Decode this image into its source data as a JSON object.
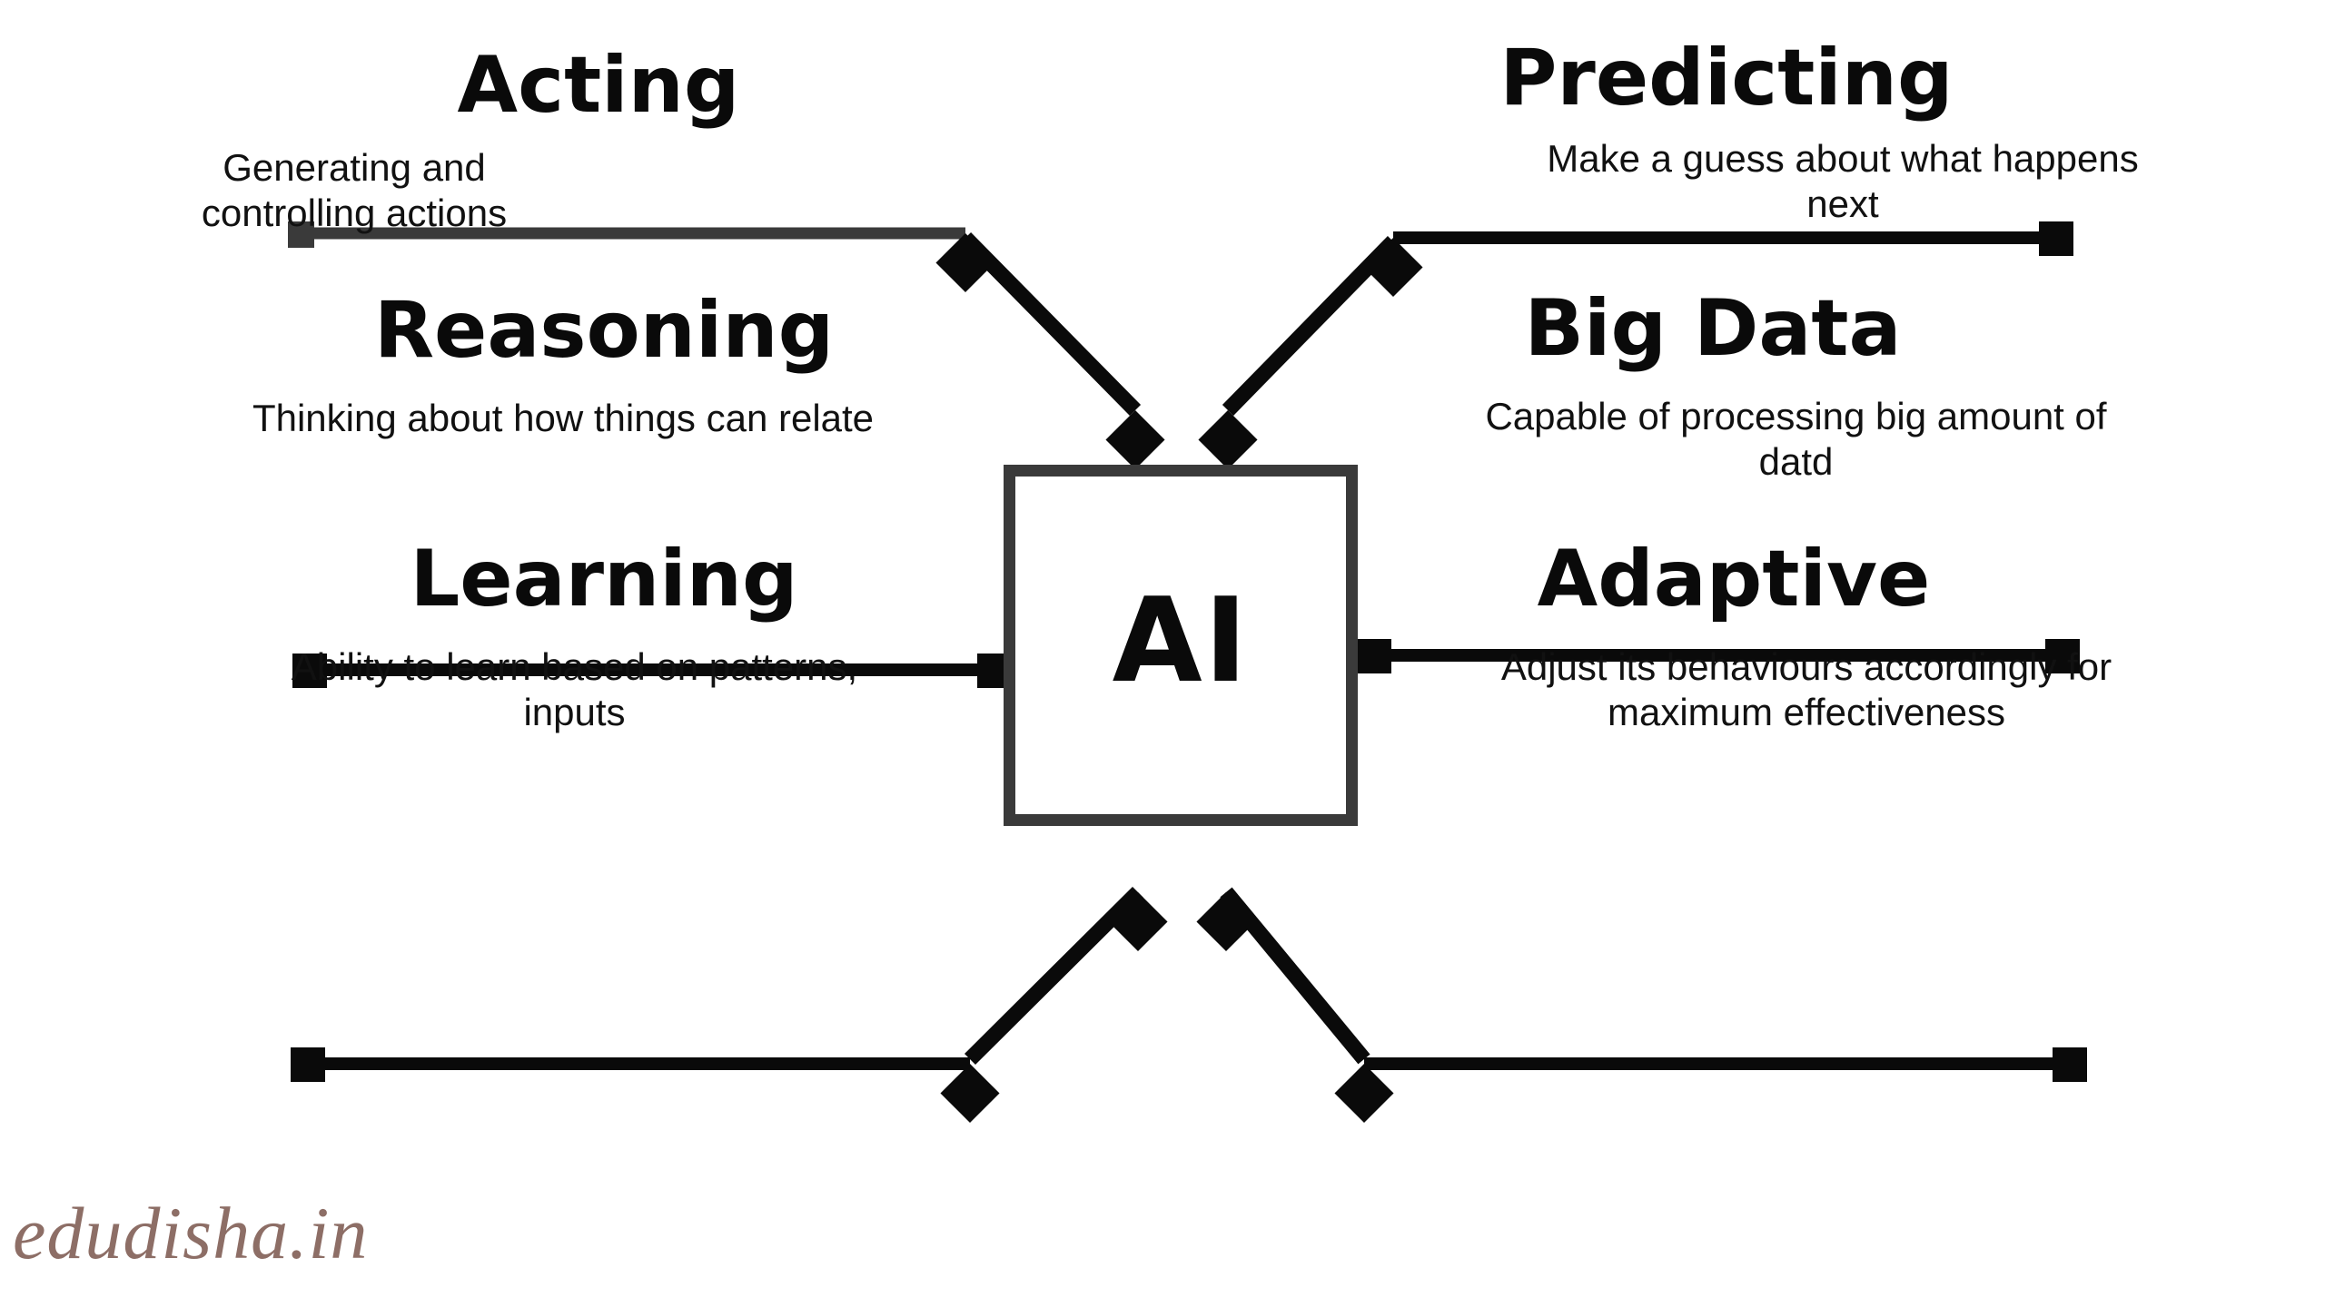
{
  "diagram": {
    "type": "radial-concept-map",
    "center": {
      "label": "AI",
      "border_color": "#3a3a3a",
      "fill_color": "#ffffff"
    },
    "watermark": "edudisha.in",
    "watermark_color": "#8d6e66",
    "background_color": "#ffffff",
    "accent_color": "#0a0a0a",
    "branches": [
      {
        "id": "acting",
        "title": "Acting",
        "description": "Generating and controlling actions",
        "side": "left",
        "row": "top",
        "connector": "diagonal",
        "line_color": "#3a3a3a",
        "end_marker": "square",
        "join_marker": "diamond"
      },
      {
        "id": "predicting",
        "title": "Predicting",
        "description": "Make a guess about what happens next",
        "side": "right",
        "row": "top",
        "connector": "diagonal",
        "line_color": "#0a0a0a",
        "end_marker": "square",
        "join_marker": "diamond"
      },
      {
        "id": "reasoning",
        "title": "Reasoning",
        "description": "Thinking about how things can relate",
        "side": "left",
        "row": "middle",
        "connector": "straight",
        "line_color": "#0a0a0a",
        "end_marker": "square",
        "join_marker": "square"
      },
      {
        "id": "big-data",
        "title": "Big Data",
        "description": "Capable of processing big amount of datd",
        "side": "right",
        "row": "middle",
        "connector": "straight",
        "line_color": "#0a0a0a",
        "end_marker": "square",
        "join_marker": "square"
      },
      {
        "id": "learning",
        "title": "Learning",
        "description": "Ability to learn based on patterns, inputs",
        "side": "left",
        "row": "bottom",
        "connector": "diagonal",
        "line_color": "#0a0a0a",
        "end_marker": "square",
        "join_marker": "diamond"
      },
      {
        "id": "adaptive",
        "title": "Adaptive",
        "description": "Adjust its behaviours accordingly for maximum effectiveness",
        "side": "right",
        "row": "bottom",
        "connector": "diagonal",
        "line_color": "#0a0a0a",
        "end_marker": "square",
        "join_marker": "diamond"
      }
    ]
  }
}
